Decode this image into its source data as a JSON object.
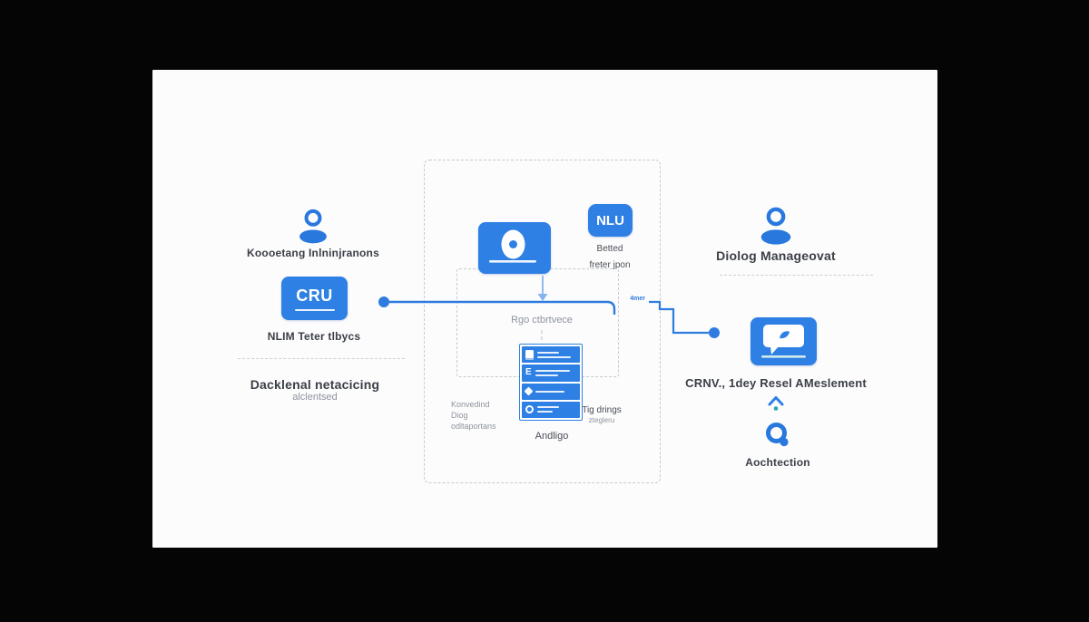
{
  "colors": {
    "accent": "#2f80e4",
    "connector": "#2f7ce0",
    "dark_text": "#3b3f46",
    "grey_text": "#8d939c"
  },
  "left": {
    "user_label": "Koooetang Inlninjranons",
    "cru_button_label": "CRU",
    "cru_caption": "NLIM Teter tlbycs",
    "section_title": "Dacklenal netacicing",
    "section_subtitle": "alclentsed"
  },
  "center": {
    "nlu_badge_label": "NLU",
    "nlu_caption_line1": "Betted",
    "nlu_caption_line2": "freter jpon",
    "inner_box_label": "Rgo ctbrtvece",
    "list_left_caption_line1": "Konvedind",
    "list_left_caption_line2": "Diog",
    "list_left_caption_line3": "odltaportans",
    "list_bottom_caption": "Andligo",
    "list_right_caption_line1": "Tig drings",
    "list_right_caption_line2": "ztegleru"
  },
  "right": {
    "user_label": "Diolog Manageovat",
    "connector_label": "4mer",
    "chat_caption": "CRNV., 1dey Resel AMeslement",
    "search_caption": "Aochtection"
  }
}
